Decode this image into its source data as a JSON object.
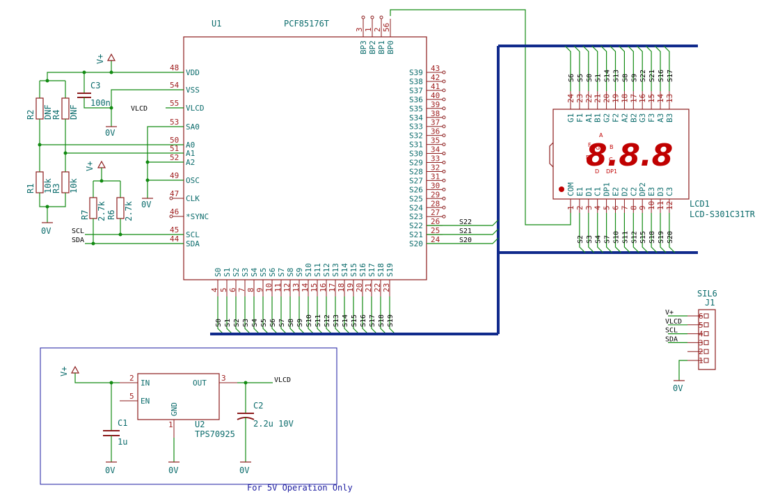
{
  "u1": {
    "ref": "U1",
    "value": "PCF85176T",
    "left_pins": [
      {
        "name": "VDD",
        "num": "48"
      },
      {
        "name": "VSS",
        "num": "54"
      },
      {
        "name": "VLCD",
        "num": "55"
      },
      {
        "name": "SA0",
        "num": "53"
      },
      {
        "name": "A0",
        "num": "50"
      },
      {
        "name": "A1",
        "num": "51"
      },
      {
        "name": "A2",
        "num": "52"
      },
      {
        "name": "OSC",
        "num": "49"
      },
      {
        "name": "CLK",
        "num": "47"
      },
      {
        "name": "*SYNC",
        "num": "46"
      },
      {
        "name": "SCL",
        "num": "45"
      },
      {
        "name": "SDA",
        "num": "44"
      }
    ],
    "top_pins": [
      {
        "name": "BP3",
        "num": "3"
      },
      {
        "name": "BP2",
        "num": "1"
      },
      {
        "name": "BP1",
        "num": "2"
      },
      {
        "name": "BP0",
        "num": "56"
      }
    ],
    "right_pins": [
      {
        "name": "S39",
        "num": "43"
      },
      {
        "name": "S38",
        "num": "42"
      },
      {
        "name": "S37",
        "num": "41"
      },
      {
        "name": "S36",
        "num": "40"
      },
      {
        "name": "S35",
        "num": "39"
      },
      {
        "name": "S34",
        "num": "38"
      },
      {
        "name": "S33",
        "num": "37"
      },
      {
        "name": "S32",
        "num": "36"
      },
      {
        "name": "S31",
        "num": "35"
      },
      {
        "name": "S30",
        "num": "34"
      },
      {
        "name": "S29",
        "num": "33"
      },
      {
        "name": "S28",
        "num": "32"
      },
      {
        "name": "S27",
        "num": "31"
      },
      {
        "name": "S26",
        "num": "30"
      },
      {
        "name": "S25",
        "num": "29"
      },
      {
        "name": "S24",
        "num": "28"
      },
      {
        "name": "S23",
        "num": "27"
      },
      {
        "name": "S22",
        "num": "26"
      },
      {
        "name": "S21",
        "num": "25"
      },
      {
        "name": "S20",
        "num": "24"
      }
    ],
    "bottom_pins": [
      {
        "name": "S0",
        "num": "4"
      },
      {
        "name": "S1",
        "num": "5"
      },
      {
        "name": "S2",
        "num": "6"
      },
      {
        "name": "S3",
        "num": "7"
      },
      {
        "name": "S4",
        "num": "8"
      },
      {
        "name": "S5",
        "num": "9"
      },
      {
        "name": "S6",
        "num": "10"
      },
      {
        "name": "S7",
        "num": "11"
      },
      {
        "name": "S8",
        "num": "12"
      },
      {
        "name": "S9",
        "num": "13"
      },
      {
        "name": "S10",
        "num": "14"
      },
      {
        "name": "S11",
        "num": "15"
      },
      {
        "name": "S12",
        "num": "16"
      },
      {
        "name": "S13",
        "num": "17"
      },
      {
        "name": "S14",
        "num": "18"
      },
      {
        "name": "S15",
        "num": "19"
      },
      {
        "name": "S16",
        "num": "20"
      },
      {
        "name": "S17",
        "num": "21"
      },
      {
        "name": "S18",
        "num": "22"
      },
      {
        "name": "S19",
        "num": "23"
      }
    ]
  },
  "lcd": {
    "ref": "LCD1",
    "value": "LCD-S301C31TR",
    "display": "8.8.8",
    "seg_letters": [
      "A",
      "F",
      "G",
      "B",
      "E",
      "C",
      "D",
      "DP1"
    ],
    "top_pins": [
      {
        "name": "G1",
        "num": "24",
        "net": "S6"
      },
      {
        "name": "F1",
        "num": "23",
        "net": "S5"
      },
      {
        "name": "A1",
        "num": "22",
        "net": "S0"
      },
      {
        "name": "B1",
        "num": "21",
        "net": "S1"
      },
      {
        "name": "G2",
        "num": "20",
        "net": "S14"
      },
      {
        "name": "F2",
        "num": "19",
        "net": "S13"
      },
      {
        "name": "A2",
        "num": "18",
        "net": "S8"
      },
      {
        "name": "B2",
        "num": "17",
        "net": "S9"
      },
      {
        "name": "G3",
        "num": "16",
        "net": "S22"
      },
      {
        "name": "F3",
        "num": "15",
        "net": "S21"
      },
      {
        "name": "A3",
        "num": "14",
        "net": "S16"
      },
      {
        "name": "B3",
        "num": "13",
        "net": "S17"
      }
    ],
    "bottom_pins": [
      {
        "name": "COM",
        "num": "1",
        "net": ""
      },
      {
        "name": "E1",
        "num": "2",
        "net": "S2"
      },
      {
        "name": "D1",
        "num": "3",
        "net": "S3"
      },
      {
        "name": "C1",
        "num": "4",
        "net": "S4"
      },
      {
        "name": "DP1",
        "num": "5",
        "net": "S7"
      },
      {
        "name": "E2",
        "num": "6",
        "net": "S10"
      },
      {
        "name": "D2",
        "num": "7",
        "net": "S11"
      },
      {
        "name": "C2",
        "num": "8",
        "net": "S12"
      },
      {
        "name": "DP2",
        "num": "9",
        "net": "S15"
      },
      {
        "name": "E3",
        "num": "10",
        "net": "S18"
      },
      {
        "name": "D3",
        "num": "11",
        "net": "S19"
      },
      {
        "name": "C3",
        "num": "12",
        "net": "S20"
      }
    ]
  },
  "passives": {
    "r1": {
      "ref": "R1",
      "value": "10k"
    },
    "r2": {
      "ref": "R2",
      "value": "DNF"
    },
    "r3": {
      "ref": "R3",
      "value": "10k"
    },
    "r4": {
      "ref": "R4",
      "value": "DNF"
    },
    "r6": {
      "ref": "R6",
      "value": "2.7k"
    },
    "r7": {
      "ref": "R7",
      "value": "2.7k"
    },
    "c1": {
      "ref": "C1",
      "value": "1u"
    },
    "c2": {
      "ref": "C2",
      "value": "2.2u 10V"
    },
    "c3": {
      "ref": "C3",
      "value": "100n"
    }
  },
  "u2": {
    "ref": "U2",
    "value": "TPS70925",
    "pins": [
      {
        "name": "IN",
        "num": "2"
      },
      {
        "name": "EN",
        "num": "5"
      },
      {
        "name": "GND",
        "num": "1"
      },
      {
        "name": "OUT",
        "num": "3"
      }
    ]
  },
  "j1": {
    "ref": "J1",
    "value": "SIL6",
    "pins": [
      {
        "num": "6",
        "net": "V+"
      },
      {
        "num": "5",
        "net": "VLCD"
      },
      {
        "num": "4",
        "net": "SCL"
      },
      {
        "num": "3",
        "net": "SDA"
      },
      {
        "num": "2",
        "net": ""
      },
      {
        "num": "1",
        "net": ""
      }
    ]
  },
  "nets": {
    "vplus": "V+",
    "gnd": "0V",
    "vlcd": "VLCD",
    "scl": "SCL",
    "sda": "SDA",
    "s20": "S20",
    "s21": "S21",
    "s22": "S22"
  },
  "note": "For 5V Operation Only"
}
